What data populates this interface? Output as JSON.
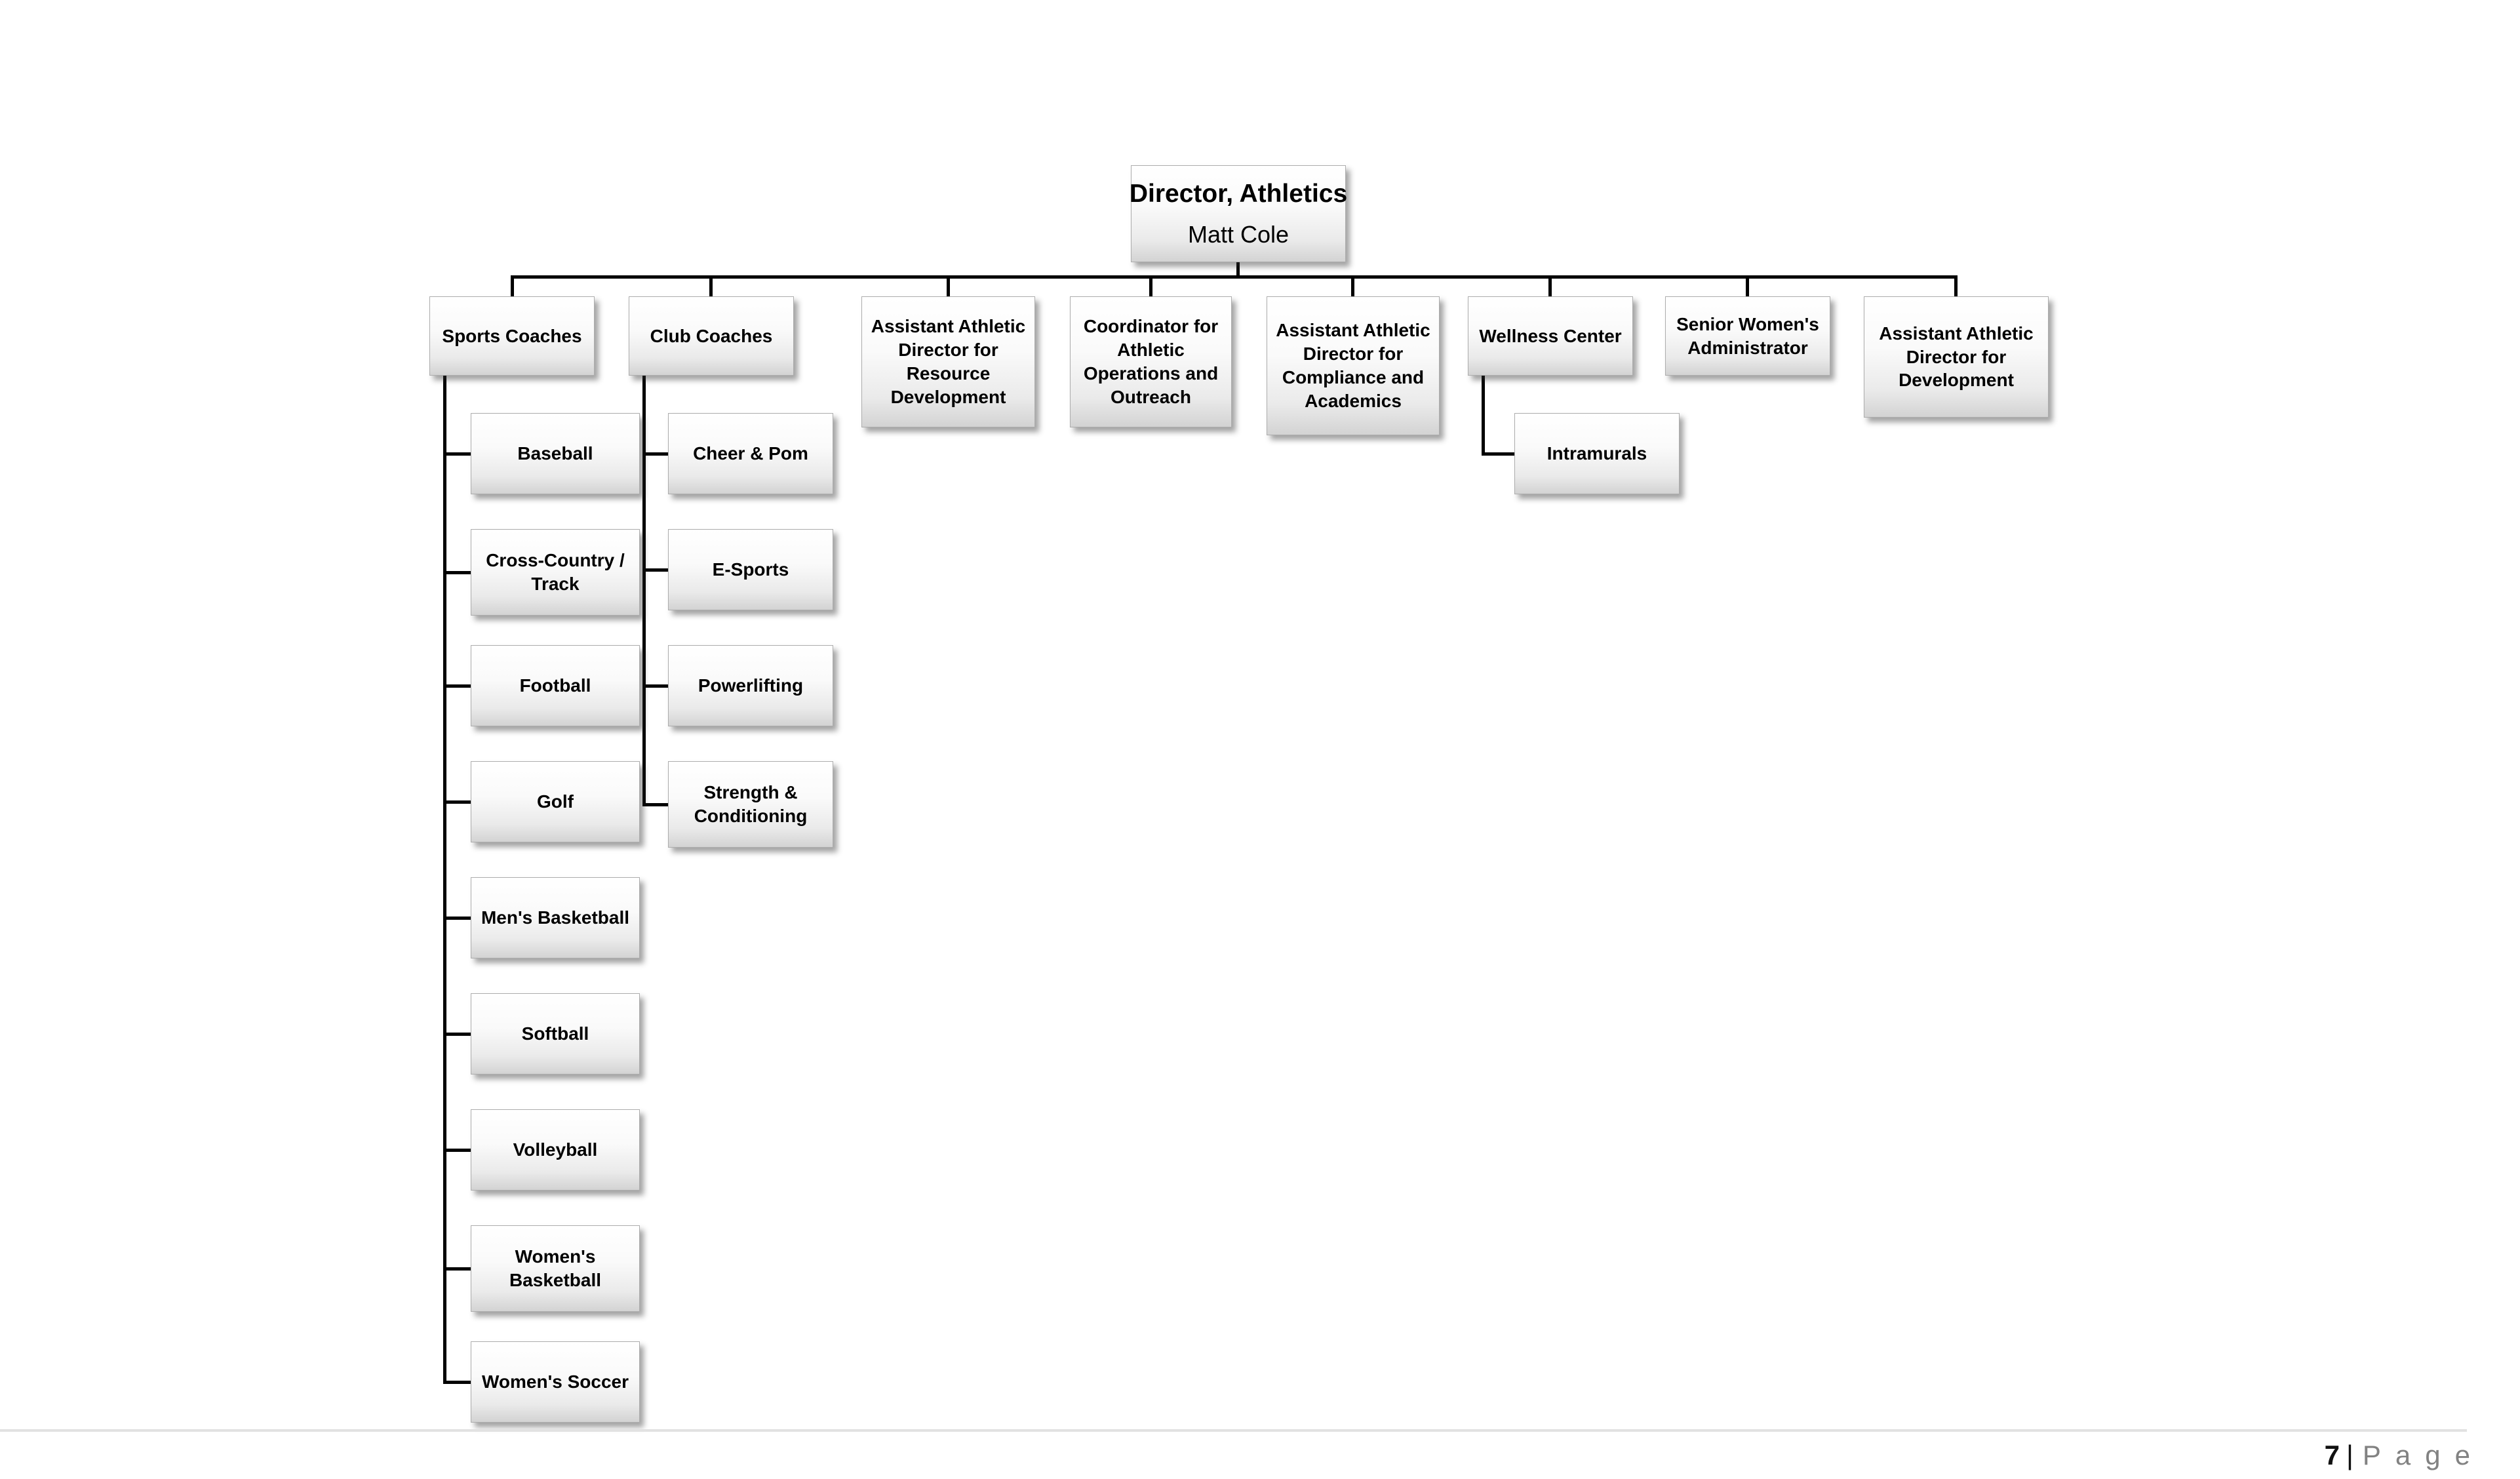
{
  "chart": {
    "root": {
      "title": "Director, Athletics",
      "name": "Matt Cole"
    },
    "branches": {
      "sports_coaches": {
        "label": "Sports Coaches",
        "children": [
          "Baseball",
          "Cross-Country /\nTrack",
          "Football",
          "Golf",
          "Men's Basketball",
          "Softball",
          "Volleyball",
          "Women's\nBasketball",
          "Women's Soccer"
        ]
      },
      "club_coaches": {
        "label": "Club Coaches",
        "children": [
          "Cheer & Pom",
          "E-Sports",
          "Powerlifting",
          "Strength &\nConditioning"
        ]
      },
      "aad_resource": {
        "label": "Assistant Athletic\nDirector for\nResource\nDevelopment"
      },
      "coordinator": {
        "label": "Coordinator for\nAthletic\nOperations and\nOutreach"
      },
      "aad_compliance": {
        "label": "Assistant Athletic\nDirector for\nCompliance and\nAcademics"
      },
      "wellness": {
        "label": "Wellness Center",
        "children": [
          "Intramurals"
        ]
      },
      "swa": {
        "label": "Senior Women's\nAdministrator"
      },
      "aad_development": {
        "label": "Assistant Athletic\nDirector for\nDevelopment"
      }
    }
  },
  "footer": {
    "page_number": "7",
    "separator": "|",
    "page_label": "Page"
  }
}
